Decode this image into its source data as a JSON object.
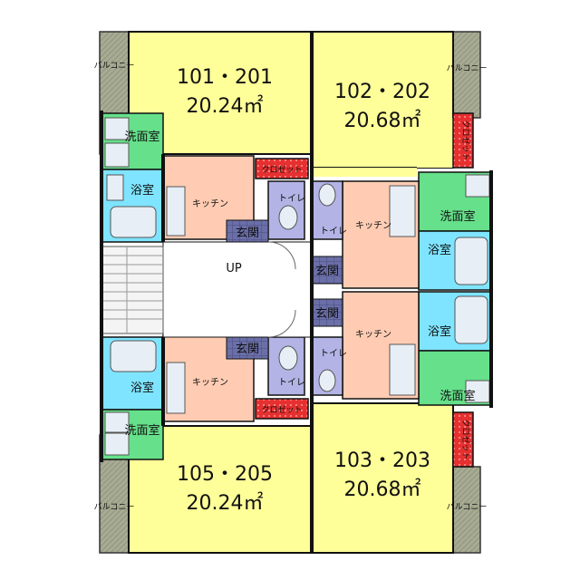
{
  "units": [
    {
      "id": "unit-101-201",
      "name": "101・201",
      "area": "20.24㎡"
    },
    {
      "id": "unit-102-202",
      "name": "102・202",
      "area": "20.68㎡"
    },
    {
      "id": "unit-105-205",
      "name": "105・205",
      "area": "20.24㎡"
    },
    {
      "id": "unit-103-203",
      "name": "103・203",
      "area": "20.68㎡"
    }
  ],
  "labels": {
    "balcony": "バルコニー",
    "closet": "クロゼット",
    "washroom": "洗面室",
    "bathroom": "浴室",
    "kitchen": "キッチン",
    "toilet": "トイレ",
    "entrance": "玄関",
    "stairs_up": "UP"
  },
  "colors": {
    "living": "#ffff99",
    "kitchen": "#ffccb3",
    "washroom": "#66e08a",
    "bathroom": "#7fe4ff",
    "toilet": "#b3b3e6",
    "entrance": "#6b6fa8",
    "closet": "#e63030",
    "balcony": "#9aa08a",
    "wall": "#111111",
    "corridor": "#ffffff"
  }
}
